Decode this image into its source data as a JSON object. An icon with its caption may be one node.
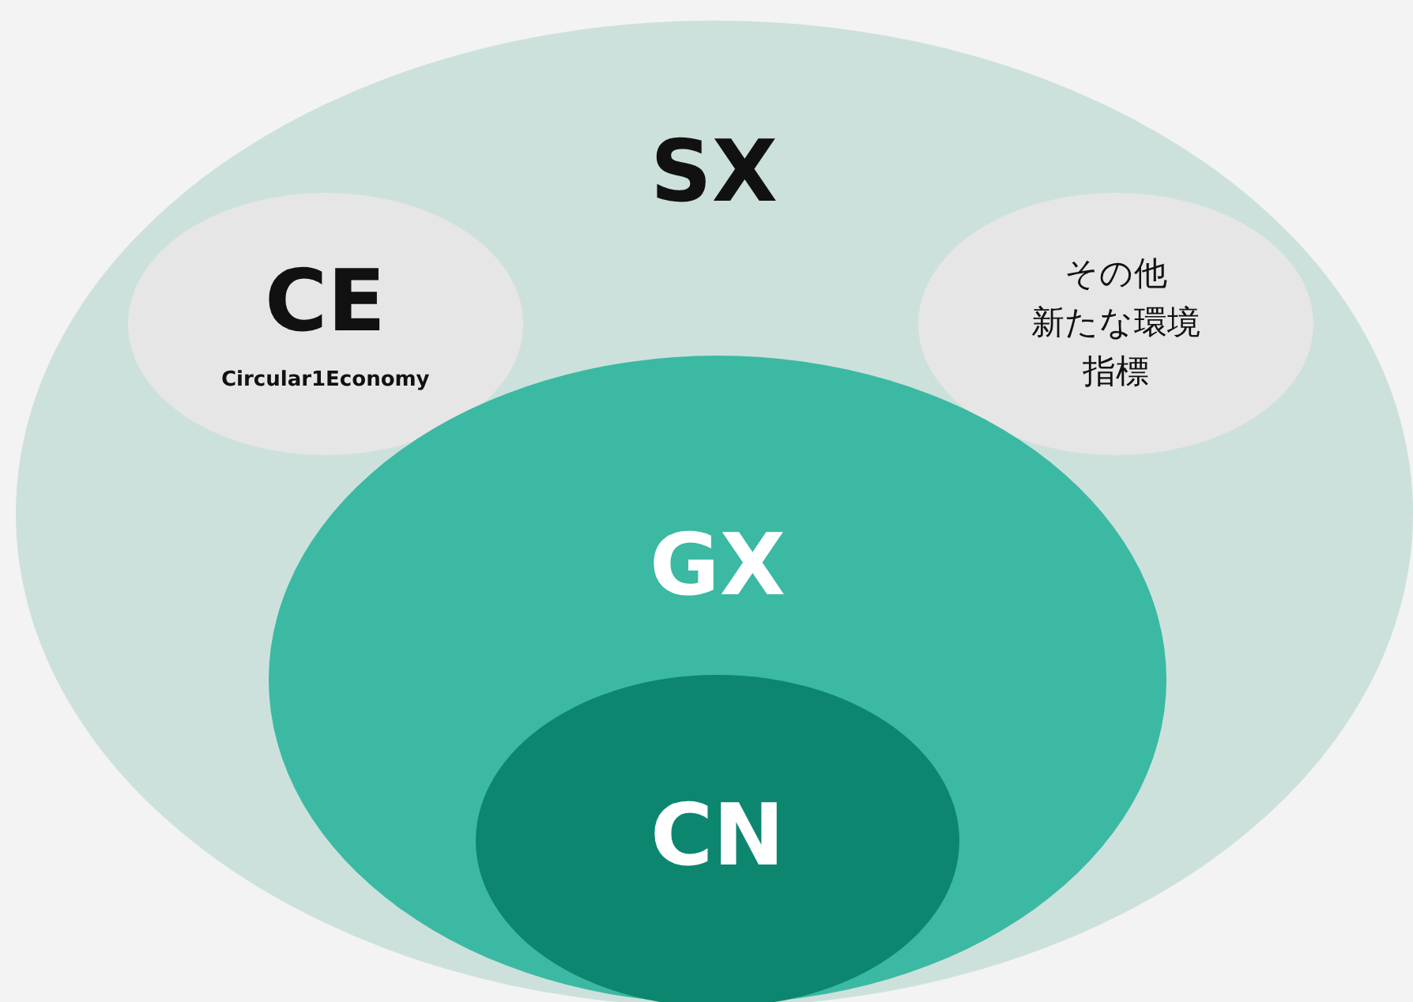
{
  "diagram": {
    "nodes": [
      {
        "text": [
          "SX"
        ]
      },
      {
        "text": [
          "CE",
          "Circular1Economy"
        ],
        "in": 0
      },
      {
        "text": [
          "その他新たな環境指標"
        ],
        "in": 0
      },
      {
        "text": [
          "GX"
        ],
        "in": 0
      },
      {
        "text": [
          "CN"
        ],
        "in": 3
      }
    ]
  }
}
